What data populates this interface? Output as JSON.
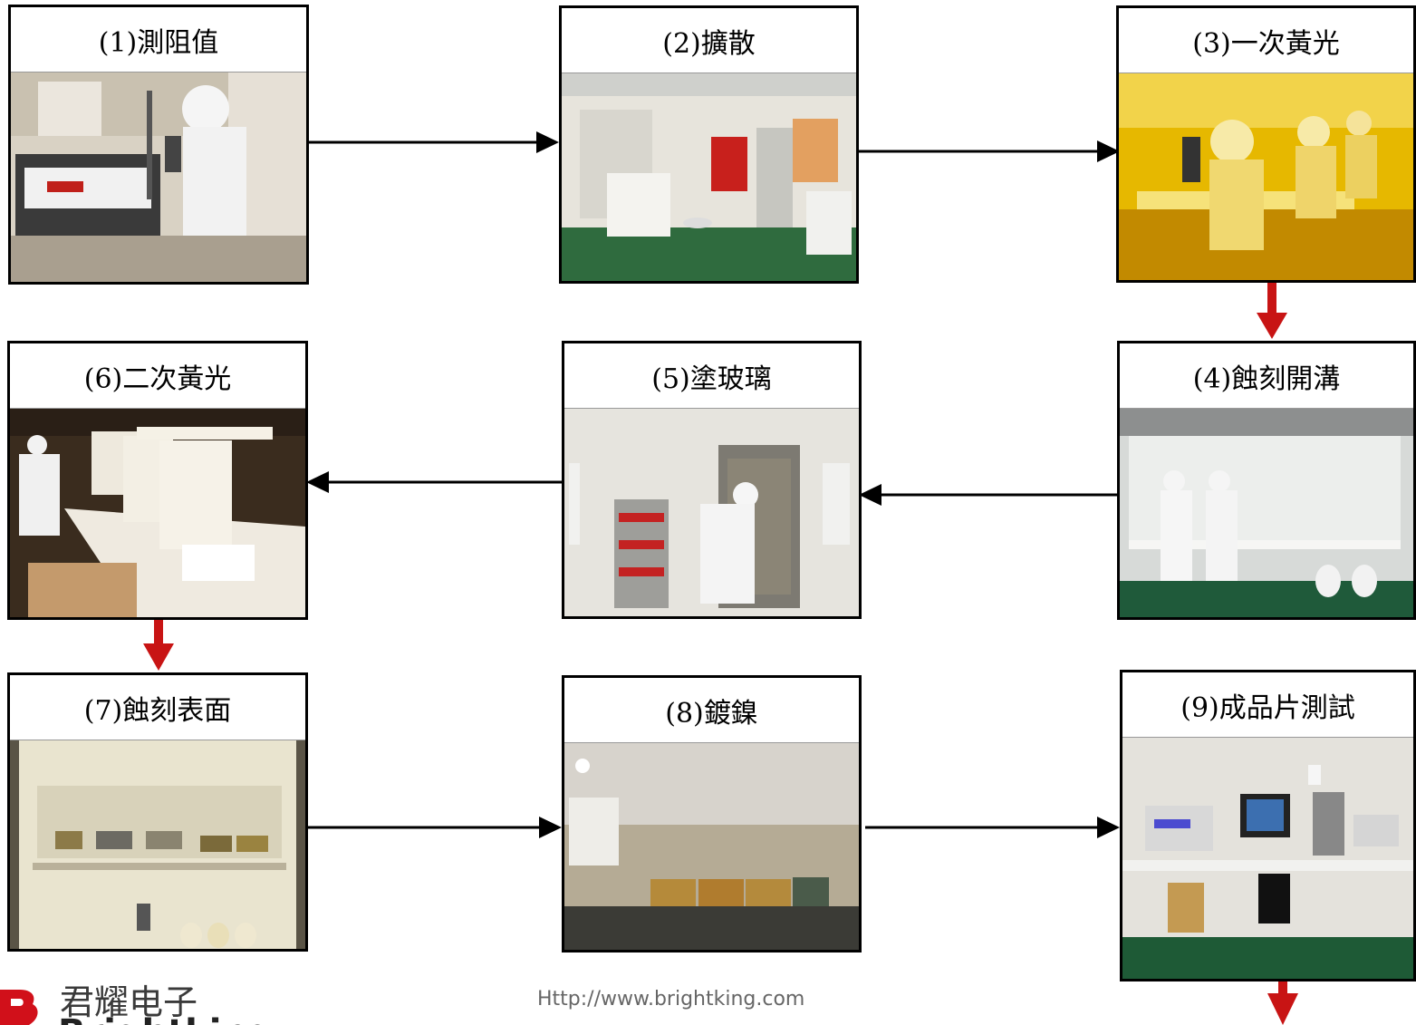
{
  "steps": [
    {
      "label": "(1)測阻值",
      "icon": "resistance-test-photo"
    },
    {
      "label": "(2)擴散",
      "icon": "diffusion-furnace-photo"
    },
    {
      "label": "(3)一次黃光",
      "icon": "first-photolithography-photo"
    },
    {
      "label": "(4)蝕刻開溝",
      "icon": "trench-etching-photo"
    },
    {
      "label": "(5)塗玻璃",
      "icon": "glass-coating-photo"
    },
    {
      "label": "(6)二次黃光",
      "icon": "second-photolithography-photo"
    },
    {
      "label": "(7)蝕刻表面",
      "icon": "surface-etching-photo"
    },
    {
      "label": "(8)鍍鎳",
      "icon": "nickel-plating-photo"
    },
    {
      "label": "(9)成品片測試",
      "icon": "finished-wafer-test-photo"
    }
  ],
  "footer": {
    "url": "Http://www.brightking.com",
    "logo_cn": "君耀电子",
    "logo_en": "Brightking"
  },
  "colors": {
    "flow_arrow": "#000000",
    "down_arrow": "#c81414",
    "logo_red": "#d1101a"
  }
}
